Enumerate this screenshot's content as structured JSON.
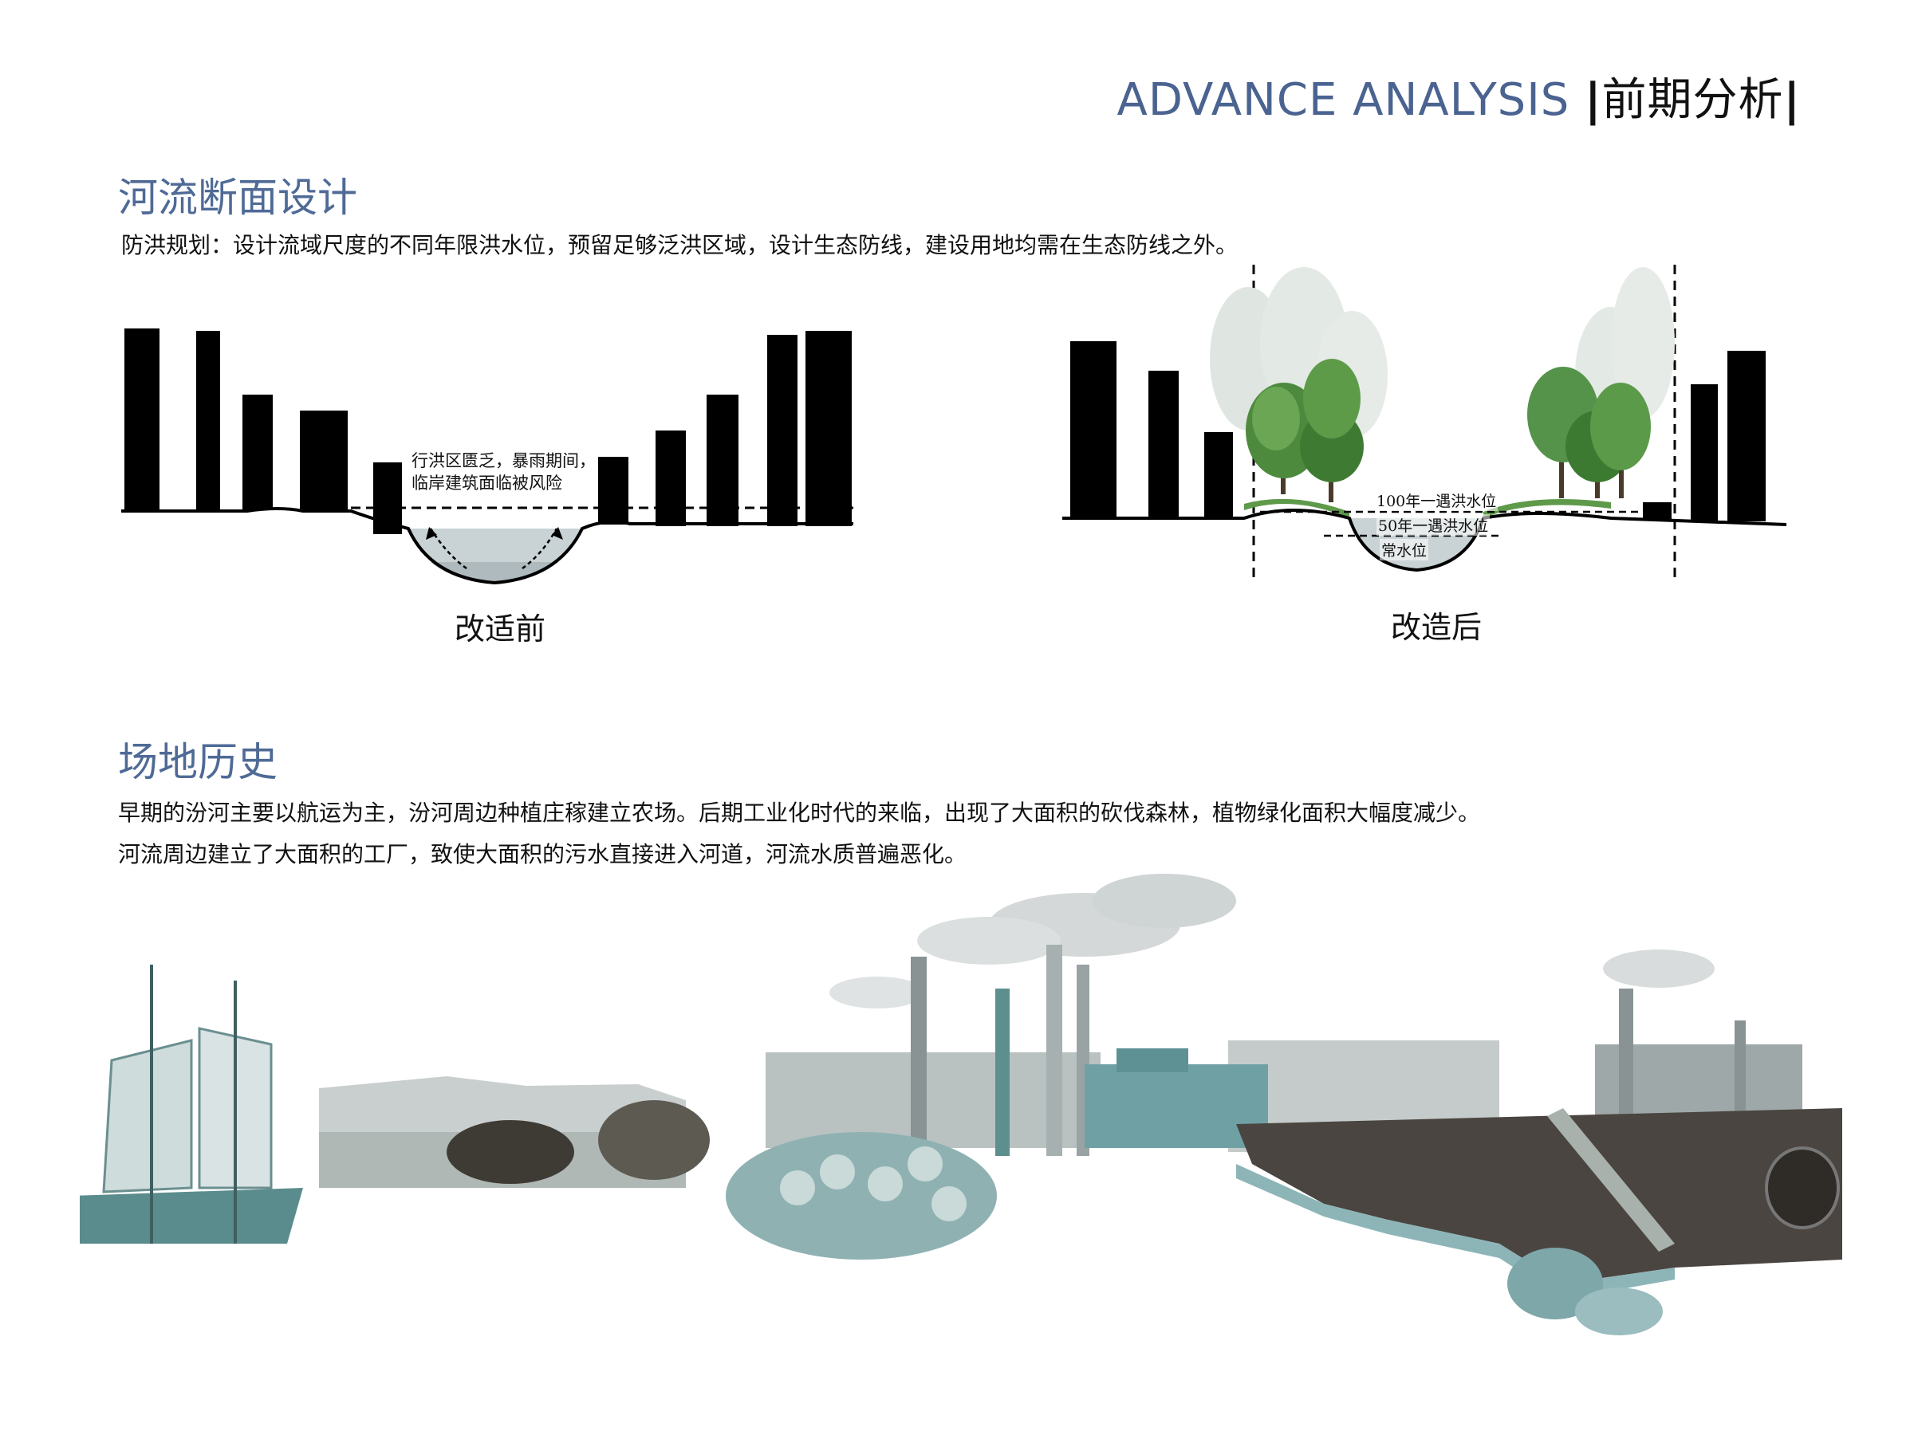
{
  "header": {
    "title_en": "ADVANCE ANALYSIS",
    "title_cn": "前期分析"
  },
  "section1": {
    "title": "河流断面设计",
    "desc": "防洪规划：设计流域尺度的不同年限洪水位，预留足够泛洪区域，设计生态防线，建设用地均需在生态防线之外。",
    "before": {
      "caption": "改适前",
      "annotation_line1": "行洪区匮乏，暴雨期间，",
      "annotation_line2": "临岸建筑面临被风险"
    },
    "after": {
      "caption": "改造后",
      "level_100": "100年一遇洪水位",
      "level_50": "50年一遇洪水位",
      "level_normal": "常水位"
    }
  },
  "section2": {
    "title": "场地历史",
    "line1": "早期的汾河主要以航运为主，汾河周边种植庄稼建立农场。后期工业化时代的来临，出现了大面积的砍伐森林，植物绿化面积大幅度减少。",
    "line2": "河流周边建立了大面积的工厂，致使大面积的污水直接进入河道，河流水质普遍恶化。"
  },
  "colors": {
    "accent": "#4f6a96",
    "teal": "#6fa1a4",
    "water": "#c9d2d4",
    "building": "#000000"
  }
}
